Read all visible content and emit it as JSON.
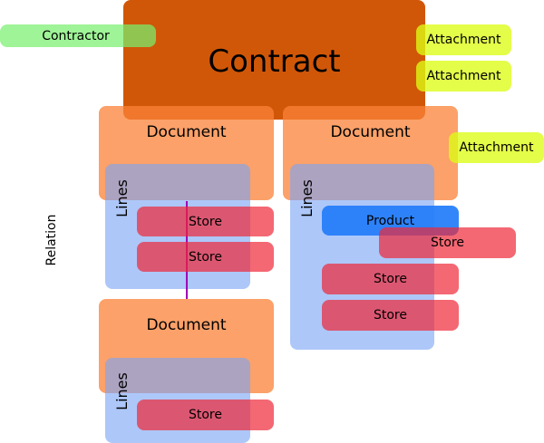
{
  "contract": {
    "label": "Contract"
  },
  "contractor": {
    "label": "Contractor"
  },
  "attachments": [
    "Attachment",
    "Attachment",
    "Attachment"
  ],
  "documents": [
    "Document",
    "Document",
    "Document"
  ],
  "lines_label": "Lines",
  "product": {
    "label": "Product"
  },
  "store_label": "Store",
  "relation": {
    "label": "Relation"
  },
  "colors": {
    "contract": "#d05200",
    "document": "#fa8237",
    "lines": "#7ba5f5",
    "store": "#ee2837",
    "product": "#237dfa",
    "attachment": "#dcfc14",
    "contractor": "#78f06e",
    "relation": "#a000b8"
  }
}
